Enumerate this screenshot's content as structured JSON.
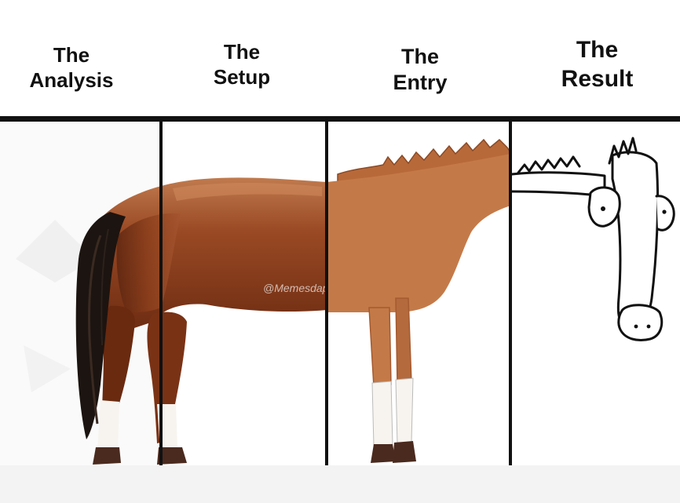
{
  "columns": [
    {
      "line1": "The",
      "line2": "Analysis"
    },
    {
      "line1": "The",
      "line2": "Setup"
    },
    {
      "line1": "The",
      "line2": "Entry"
    },
    {
      "line1": "The",
      "line2": "Result"
    }
  ],
  "watermark": "@Memesdapaint",
  "colors": {
    "background": "#ffffff",
    "divider": "#111111",
    "photo_coat_dark": "#6e2c12",
    "photo_coat_mid": "#9a4a24",
    "photo_coat_light": "#c07a4e",
    "drawn_coat": "#c47a48",
    "drawn_mane": "#b8693a",
    "tail": "#1c1410",
    "sock": "#f7f4ef",
    "sketch_line": "#111111"
  }
}
